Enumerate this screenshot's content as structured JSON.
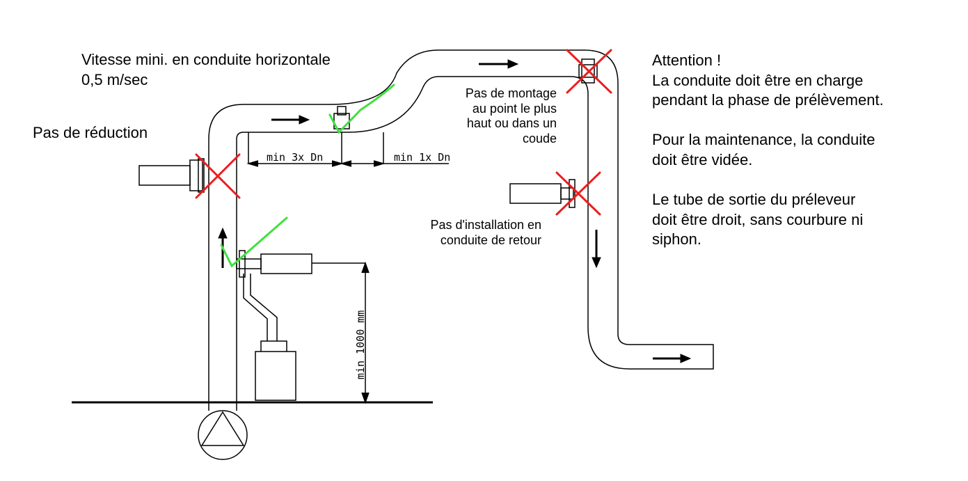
{
  "labels": {
    "velocity": "Vitesse mini. en conduite horizontale\n0,5 m/sec",
    "no_reduction": "Pas de réduction",
    "no_highpoint": "Pas de montage\nau point le plus\nhaut ou dans un\ncoude",
    "no_return": "Pas d'installation en\nconduite de retour",
    "attention": "Attention !\nLa conduite doit être en charge\npendant la phase de prélèvement.\n\nPour la maintenance, la conduite\ndoit être vidée.\n\nLe tube de sortie du préleveur\ndoit être droit, sans courbure ni\nsiphon."
  },
  "dimensions": {
    "upstream": "min 3x Dn",
    "downstream": "min 1x Dn",
    "height": "min 1000 mm"
  },
  "colors": {
    "line": "#000000",
    "ok_check": "#3fe03f",
    "forbidden_cross": "#e8201f"
  },
  "icons": [
    "pump-icon",
    "flow-arrow-icon",
    "check-icon",
    "cross-icon",
    "sampler-icon",
    "container-icon"
  ]
}
